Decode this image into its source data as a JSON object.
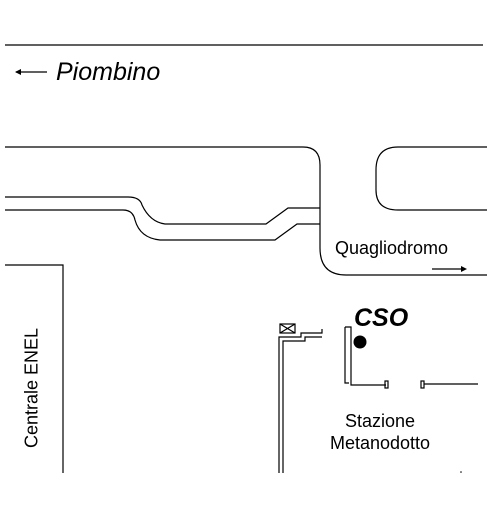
{
  "map": {
    "labels": {
      "piombino": "Piombino",
      "quagliodromo": "Quagliodromo",
      "cso": "CSO",
      "stazione_line1": "Stazione",
      "stazione_line2": "Metanodotto",
      "centrale": "Centrale ENEL"
    },
    "colors": {
      "line": "#000000",
      "background": "#ffffff",
      "marker": "#000000"
    },
    "icons": [
      "left-arrow-icon",
      "right-arrow-icon",
      "cso-marker-icon",
      "valve-icon"
    ]
  }
}
